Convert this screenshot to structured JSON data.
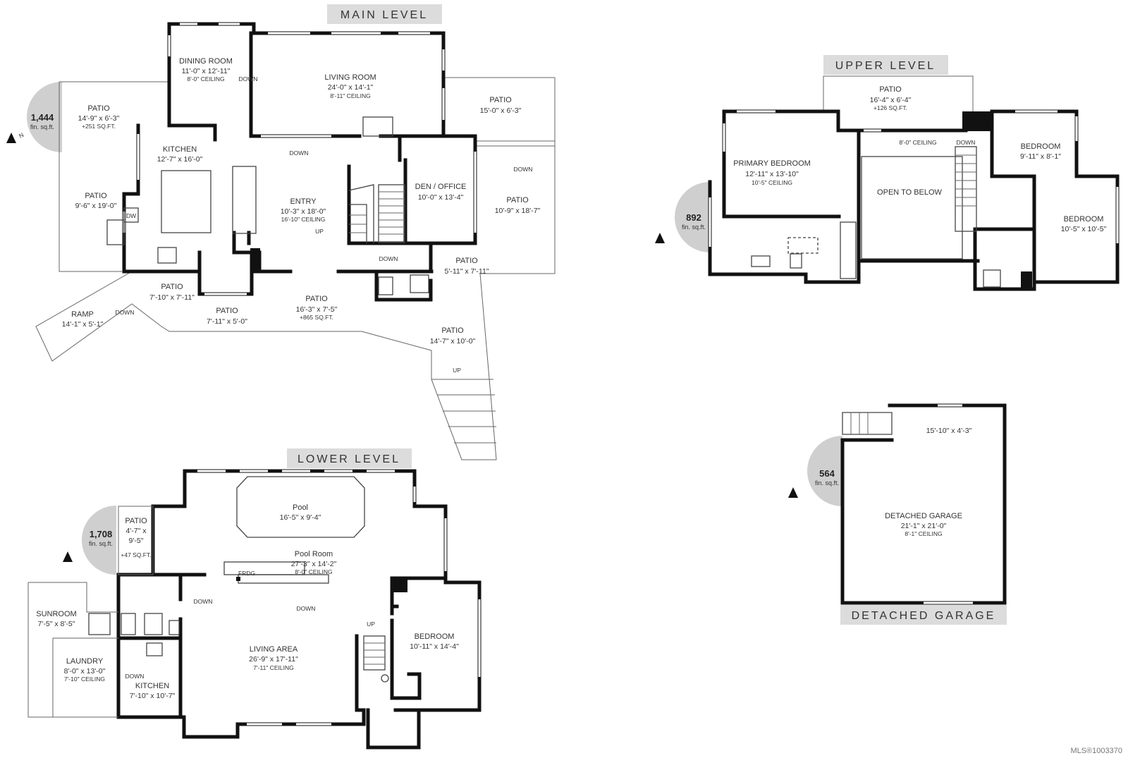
{
  "levels": {
    "main": {
      "banner": "MAIN LEVEL",
      "sqft": "1,444",
      "sqft_label": "fin. sq.ft.",
      "rooms": {
        "dining": {
          "name": "DINING ROOM",
          "dim": "11'-0\" x 12'-11\"",
          "ceiling": "8'-0\" CEILING"
        },
        "living": {
          "name": "LIVING ROOM",
          "dim": "24'-0\" x 14'-1\"",
          "ceiling": "8'-11\" CEILING"
        },
        "kitchen": {
          "name": "KITCHEN",
          "dim": "12'-7\" x 16'-0\""
        },
        "entry": {
          "name": "ENTRY",
          "dim": "10'-3\" x 18'-0\"",
          "ceiling": "16'-10\" CEILING"
        },
        "den": {
          "name": "DEN / OFFICE",
          "dim": "10'-0\" x 13'-4\""
        },
        "patio_nw": {
          "name": "PATIO",
          "dim": "14'-9\" x 6'-3\"",
          "extra": "+251 SQ.FT."
        },
        "patio_w": {
          "name": "PATIO",
          "dim": "9'-6\" x 19'-0\""
        },
        "patio_ne": {
          "name": "PATIO",
          "dim": "15'-0\" x 6'-3\""
        },
        "patio_e": {
          "name": "PATIO",
          "dim": "10'-9\" x 18'-7\""
        },
        "patio_small": {
          "name": "PATIO",
          "dim": "5'-11\" x 7'-11\""
        },
        "patio_sw1": {
          "name": "PATIO",
          "dim": "7'-10\" x 7'-11\""
        },
        "patio_sw2": {
          "name": "PATIO",
          "dim": "7'-11\" x 5'-0\""
        },
        "patio_s": {
          "name": "PATIO",
          "dim": "16'-3\" x 7'-5\"",
          "extra": "+865 SQ.FT."
        },
        "patio_se": {
          "name": "PATIO",
          "dim": "14'-7\" x 10'-0\""
        },
        "ramp": {
          "name": "RAMP",
          "dim": "14'-1\" x 5'-1\""
        }
      },
      "labels": {
        "down": "DOWN",
        "up": "UP",
        "dw": "DW"
      }
    },
    "upper": {
      "banner": "UPPER LEVEL",
      "sqft": "892",
      "sqft_label": "fin. sq.ft.",
      "rooms": {
        "patio": {
          "name": "PATIO",
          "dim": "16'-4\" x 6'-4\"",
          "extra": "+126 SQ.FT."
        },
        "primary": {
          "name": "PRIMARY BEDROOM",
          "dim": "12'-11\" x 13'-10\"",
          "ceiling": "10'-5\" CEILING"
        },
        "open": {
          "name": "OPEN TO BELOW"
        },
        "bed1": {
          "name": "BEDROOM",
          "dim": "9'-11\" x 8'-1\""
        },
        "bed2": {
          "name": "BEDROOM",
          "dim": "10'-5\" x 10'-5\""
        }
      },
      "labels": {
        "ceiling": "8'-0\" CEILING",
        "down": "DOWN"
      }
    },
    "lower": {
      "banner": "LOWER LEVEL",
      "sqft": "1,708",
      "sqft_label": "fin. sq.ft.",
      "rooms": {
        "pool": {
          "name": "Pool",
          "dim": "16'-5\" x 9'-4\""
        },
        "poolroom": {
          "name": "Pool Room",
          "dim": "27'-3\" x 14'-2\"",
          "ceiling": "8'-0\" CEILING"
        },
        "patio": {
          "name": "PATIO",
          "dim1": "4'-7\" x",
          "dim2": "9'-5\"",
          "extra": "+47 SQ.FT."
        },
        "sunroom": {
          "name": "SUNROOM",
          "dim": "7'-5\" x 8'-5\""
        },
        "laundry": {
          "name": "LAUNDRY",
          "dim": "8'-0\" x 13'-0\"",
          "ceiling": "7'-10\" CEILING"
        },
        "kitchen": {
          "name": "KITCHEN",
          "dim": "7'-10\" x 10'-7\""
        },
        "living": {
          "name": "LIVING AREA",
          "dim": "26'-9\" x 17'-11\"",
          "ceiling": "7'-11\" CEILING"
        },
        "bedroom": {
          "name": "BEDROOM",
          "dim": "10'-11\" x 14'-4\""
        }
      },
      "labels": {
        "down": "DOWN",
        "up": "UP",
        "frdg": "FRDG"
      }
    },
    "garage": {
      "banner": "DETACHED GARAGE",
      "sqft": "564",
      "sqft_label": "fin. sq.ft.",
      "rooms": {
        "deck": {
          "dim": "15'-10\" x 4'-3\""
        },
        "garage": {
          "name": "DETACHED GARAGE",
          "dim": "21'-1\" x 21'-0\"",
          "ceiling": "8'-1\" CEILING"
        }
      }
    }
  },
  "compass_letter": "N",
  "watermark": "MLS®1003370"
}
